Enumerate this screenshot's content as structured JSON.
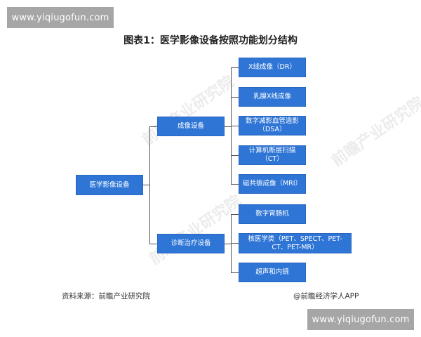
{
  "watermarks": {
    "top": "www.yiqiugofun.com",
    "bottom": "www.yiqiugofun.com",
    "faint_background": "前瞻产业研究院"
  },
  "diagram": {
    "title": "图表1：医学影像设备按照功能划分结构",
    "root": {
      "label": "医学影像设备"
    },
    "branches": [
      {
        "label": "成像设备",
        "children": [
          {
            "label": "X线成像（DR）"
          },
          {
            "label": "乳腺X线成像"
          },
          {
            "label": "数字减影血管造影（DSA）"
          },
          {
            "label": "计算机断层扫描（CT）"
          },
          {
            "label": "磁共振成像（MRI）"
          }
        ]
      },
      {
        "label": "诊断治疗设备",
        "children": [
          {
            "label": "数字胃肠机"
          },
          {
            "label": "核医学类（PET、SPECT、PET-CT、PET-MR）"
          },
          {
            "label": "超声和内镜"
          }
        ]
      }
    ],
    "colors": {
      "box_fill": "#2e75d6",
      "box_text": "#ffffff",
      "connector": "#555555"
    }
  },
  "footer": {
    "source": "资料来源：前瞻产业研究院",
    "credit": "@前瞻经济学人APP"
  }
}
